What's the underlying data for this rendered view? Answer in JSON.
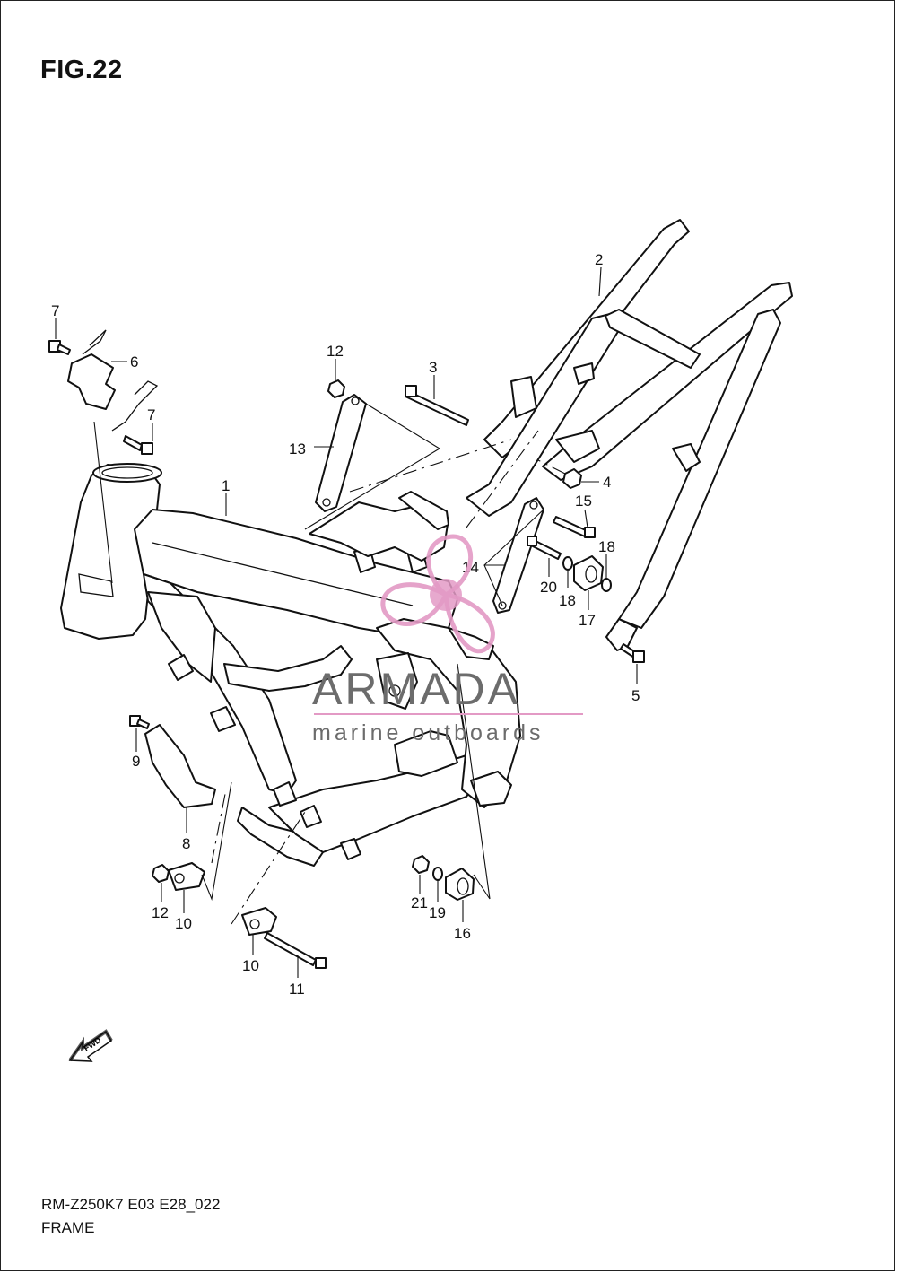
{
  "figure": {
    "title": "FIG.22",
    "model_code": "RM-Z250K7 E03 E28_022",
    "section_name": "FRAME"
  },
  "watermark": {
    "brand": "ARMADA",
    "tagline": "marine outboards",
    "accent_color": "#e39ac5",
    "text_color": "#6c6c6c"
  },
  "fwd_label": "FWD",
  "callouts": [
    "1",
    "2",
    "3",
    "4",
    "5",
    "6",
    "7",
    "7",
    "8",
    "9",
    "10",
    "10",
    "11",
    "12",
    "12",
    "13",
    "14",
    "15",
    "16",
    "17",
    "18",
    "18",
    "19",
    "20",
    "21"
  ]
}
